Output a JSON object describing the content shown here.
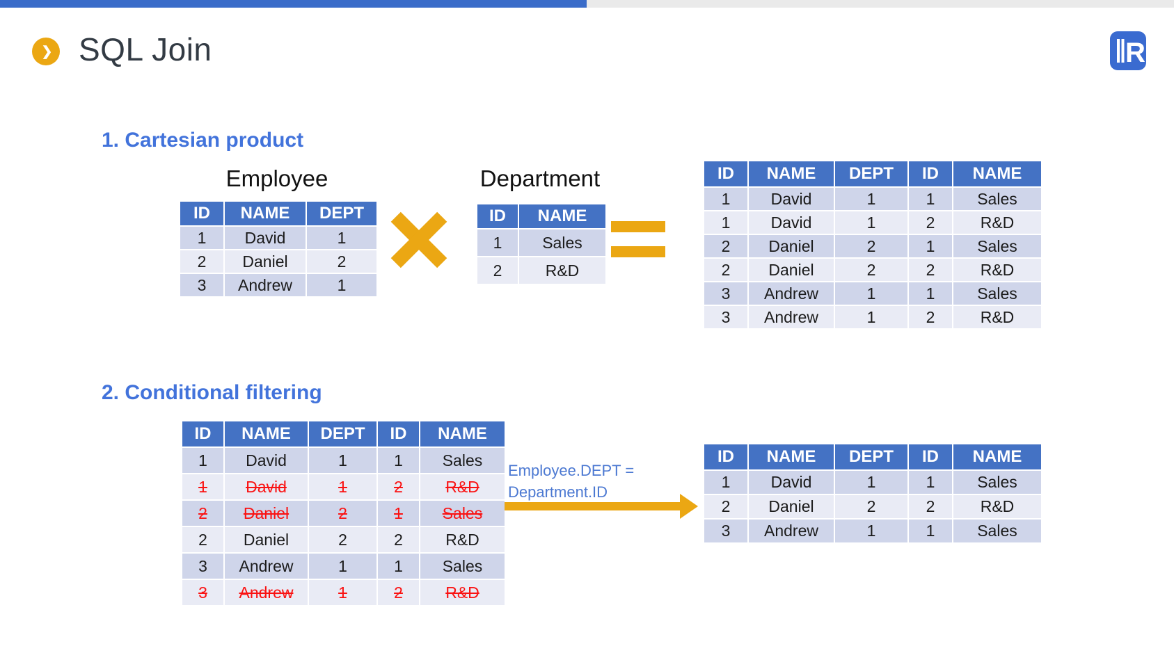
{
  "header": {
    "title": "SQL Join",
    "chevron_glyph": "❯",
    "logo_letter": "R"
  },
  "headings": {
    "cartesian": "1. Cartesian product",
    "filtering": "2. Conditional filtering"
  },
  "condition": {
    "line1": "Employee.DEPT =",
    "line2": "Department.ID"
  },
  "tables": {
    "employee": {
      "title": "Employee",
      "headers": [
        "ID",
        "NAME",
        "DEPT"
      ],
      "rows": [
        [
          "1",
          "David",
          "1"
        ],
        [
          "2",
          "Daniel",
          "2"
        ],
        [
          "3",
          "Andrew",
          "1"
        ]
      ]
    },
    "department": {
      "title": "Department",
      "headers": [
        "ID",
        "NAME"
      ],
      "rows": [
        [
          "1",
          "Sales"
        ],
        [
          "2",
          "R&D"
        ]
      ]
    },
    "cartesian_result": {
      "headers": [
        "ID",
        "NAME",
        "DEPT",
        "ID",
        "NAME"
      ],
      "rows": [
        [
          "1",
          "David",
          "1",
          "1",
          "Sales"
        ],
        [
          "1",
          "David",
          "1",
          "2",
          "R&D"
        ],
        [
          "2",
          "Daniel",
          "2",
          "1",
          "Sales"
        ],
        [
          "2",
          "Daniel",
          "2",
          "2",
          "R&D"
        ],
        [
          "3",
          "Andrew",
          "1",
          "1",
          "Sales"
        ],
        [
          "3",
          "Andrew",
          "1",
          "2",
          "R&D"
        ]
      ]
    },
    "filtered": {
      "headers": [
        "ID",
        "NAME",
        "DEPT",
        "ID",
        "NAME"
      ],
      "rows": [
        [
          "1",
          "David",
          "1",
          "1",
          "Sales"
        ],
        [
          "1",
          "David",
          "1",
          "2",
          "R&D"
        ],
        [
          "2",
          "Daniel",
          "2",
          "1",
          "Sales"
        ],
        [
          "2",
          "Daniel",
          "2",
          "2",
          "R&D"
        ],
        [
          "3",
          "Andrew",
          "1",
          "1",
          "Sales"
        ],
        [
          "3",
          "Andrew",
          "1",
          "2",
          "R&D"
        ]
      ],
      "struck_rows": [
        1,
        2,
        5
      ]
    },
    "join_result": {
      "headers": [
        "ID",
        "NAME",
        "DEPT",
        "ID",
        "NAME"
      ],
      "rows": [
        [
          "1",
          "David",
          "1",
          "1",
          "Sales"
        ],
        [
          "2",
          "Daniel",
          "2",
          "2",
          "R&D"
        ],
        [
          "3",
          "Andrew",
          "1",
          "1",
          "Sales"
        ]
      ]
    }
  },
  "icons": {
    "multiply": "cross-x",
    "equals": "double-bar",
    "arrow": "right-arrow",
    "chevron": "chevron-right"
  },
  "colors": {
    "topbar-blue": "#3A6CC9",
    "topbar-gray": "#EAEAEA",
    "header-bg": "#4472C4",
    "row-dark": "#CFD5EA",
    "row-light": "#E9EBF5",
    "gold": "#EBA713",
    "red": "#FA1212",
    "heading-blue": "#4273DB",
    "condition-blue": "#4C79D2",
    "logo-blue": "#3A6BD0",
    "title-color": "#333B44"
  }
}
